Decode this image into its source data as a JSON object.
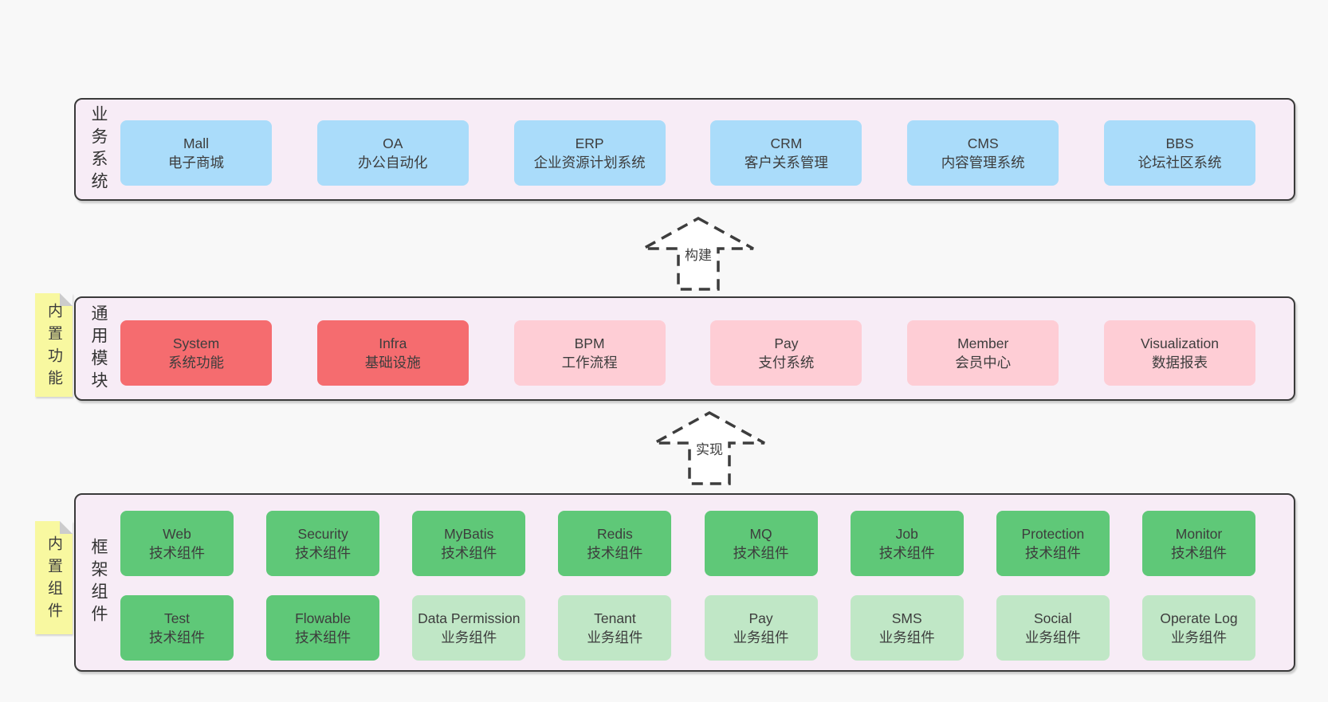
{
  "colors": {
    "page_bg": "#f8f8f8",
    "band_bg": "#f7ecf6",
    "band_border": "#3a3a3a",
    "blue": "#aadcfa",
    "red": "#f56c6f",
    "pink": "#fecdd5",
    "green": "#5fc878",
    "light_green": "#c0e7c6",
    "note_bg": "#f8f8a0",
    "note_fold": "#cccccc",
    "text": "#3d3d3d"
  },
  "bands": [
    {
      "title": "业务系统",
      "rows": [
        [
          {
            "en": "Mall",
            "zh": "电子商城",
            "color": "blue"
          },
          {
            "en": "OA",
            "zh": "办公自动化",
            "color": "blue"
          },
          {
            "en": "ERP",
            "zh": "企业资源计划系统",
            "color": "blue"
          },
          {
            "en": "CRM",
            "zh": "客户关系管理",
            "color": "blue"
          },
          {
            "en": "CMS",
            "zh": "内容管理系统",
            "color": "blue"
          },
          {
            "en": "BBS",
            "zh": "论坛社区系统",
            "color": "blue"
          }
        ]
      ]
    },
    {
      "title": "通用模块",
      "note": "内置功能",
      "rows": [
        [
          {
            "en": "System",
            "zh": "系统功能",
            "color": "red"
          },
          {
            "en": "Infra",
            "zh": "基础设施",
            "color": "red"
          },
          {
            "en": "BPM",
            "zh": "工作流程",
            "color": "pink"
          },
          {
            "en": "Pay",
            "zh": "支付系统",
            "color": "pink"
          },
          {
            "en": "Member",
            "zh": "会员中心",
            "color": "pink"
          },
          {
            "en": "Visualization",
            "zh": "数据报表",
            "color": "pink"
          }
        ]
      ]
    },
    {
      "title": "框架组件",
      "note": "内置组件",
      "rows": [
        [
          {
            "en": "Web",
            "zh": "技术组件",
            "color": "green"
          },
          {
            "en": "Security",
            "zh": "技术组件",
            "color": "green"
          },
          {
            "en": "MyBatis",
            "zh": "技术组件",
            "color": "green"
          },
          {
            "en": "Redis",
            "zh": "技术组件",
            "color": "green"
          },
          {
            "en": "MQ",
            "zh": "技术组件",
            "color": "green"
          },
          {
            "en": "Job",
            "zh": "技术组件",
            "color": "green"
          },
          {
            "en": "Protection",
            "zh": "技术组件",
            "color": "green"
          },
          {
            "en": "Monitor",
            "zh": "技术组件",
            "color": "green"
          }
        ],
        [
          {
            "en": "Test",
            "zh": "技术组件",
            "color": "green"
          },
          {
            "en": "Flowable",
            "zh": "技术组件",
            "color": "green"
          },
          {
            "en": "Data Permission",
            "zh": "业务组件",
            "color": "light_green"
          },
          {
            "en": "Tenant",
            "zh": "业务组件",
            "color": "light_green"
          },
          {
            "en": "Pay",
            "zh": "业务组件",
            "color": "light_green"
          },
          {
            "en": "SMS",
            "zh": "业务组件",
            "color": "light_green"
          },
          {
            "en": "Social",
            "zh": "业务组件",
            "color": "light_green"
          },
          {
            "en": "Operate Log",
            "zh": "业务组件",
            "color": "light_green"
          }
        ]
      ]
    }
  ],
  "arrows": [
    {
      "label": "构建"
    },
    {
      "label": "实现"
    }
  ]
}
